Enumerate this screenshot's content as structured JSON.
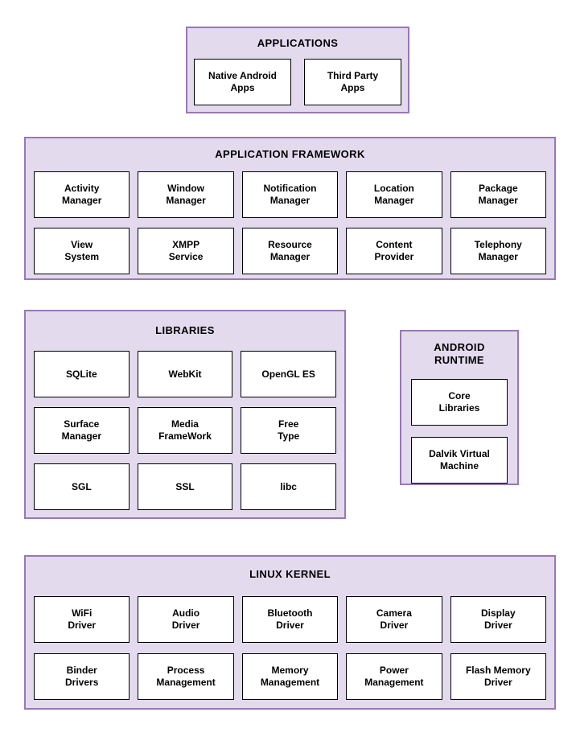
{
  "colors": {
    "page_bg": "#FFFFFF",
    "section_fill": "#E3DAEE",
    "section_border": "#9878B6",
    "box_fill": "#FFFFFF",
    "box_border": "#000000",
    "text": "#000000"
  },
  "sections": {
    "applications": {
      "title": "APPLICATIONS",
      "boxes": [
        "Native Android\nApps",
        "Third Party\nApps"
      ]
    },
    "framework": {
      "title": "APPLICATION FRAMEWORK",
      "boxes": [
        "Activity\nManager",
        "Window\nManager",
        "Notification\nManager",
        "Location\nManager",
        "Package\nManager",
        "View\nSystem",
        "XMPP\nService",
        "Resource\nManager",
        "Content\nProvider",
        "Telephony\nManager"
      ]
    },
    "libraries": {
      "title": "LIBRARIES",
      "boxes": [
        "SQLite",
        "WebKit",
        "OpenGL ES",
        "Surface\nManager",
        "Media\nFrameWork",
        "Free\nType",
        "SGL",
        "SSL",
        "libc"
      ]
    },
    "runtime": {
      "title": "ANDROID\nRUNTIME",
      "boxes": [
        "Core\nLibraries",
        "Dalvik Virtual\nMachine"
      ]
    },
    "kernel": {
      "title": "LINUX KERNEL",
      "boxes": [
        "WiFi\nDriver",
        "Audio\nDriver",
        "Bluetooth\nDriver",
        "Camera\nDriver",
        "Display\nDriver",
        "Binder\nDrivers",
        "Process\nManagement",
        "Memory\nManagement",
        "Power\nManagement",
        "Flash Memory\nDriver"
      ]
    }
  }
}
